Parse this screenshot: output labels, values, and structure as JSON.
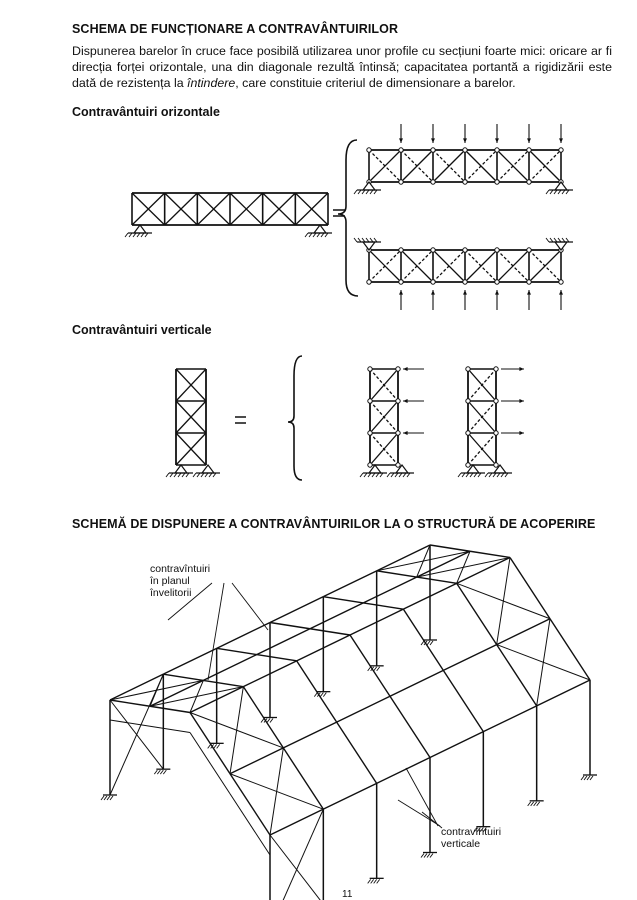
{
  "title1": "SCHEMA DE FUNCȚIONARE A CONTRAVÂNTUIRILOR",
  "paragraph": {
    "part1": "Dispunerea barelor în cruce face posibilă utilizarea unor profile cu secțiuni foarte mici: oricare ar fi direcția forței orizontale, una din diagonale rezultă întinsă; capacitatea portantă a rigidizării este dată de rezistența la ",
    "emph": "întindere",
    "part2": ", care constituie criteriul de dimensionare a barelor."
  },
  "section_horizontal": "Contravântuiri orizontale",
  "section_vertical": "Contravântuiri verticale",
  "title2": "SCHEMĂ DE DISPUNERE A CONTRAVÂNTUIRILOR LA O STRUCTURĂ DE ACOPERIRE",
  "label_roof": {
    "line1": "contravîntuiri",
    "line2": "în planul",
    "line3": "învelitorii"
  },
  "label_vertical": {
    "line1": "contravîntuiri",
    "line2": "verticale"
  },
  "page_number": "11"
}
